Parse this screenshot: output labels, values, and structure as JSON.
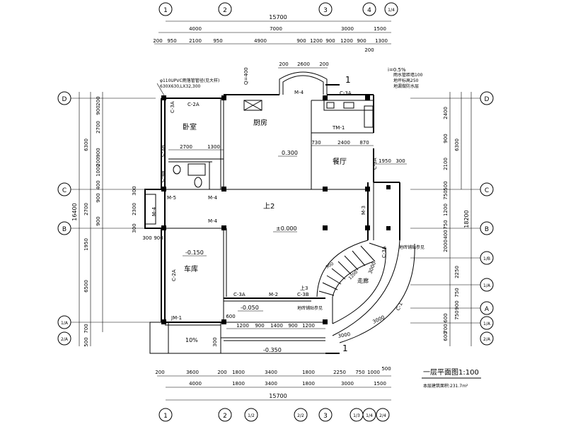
{
  "grid": {
    "top": [
      "1",
      "2",
      "3",
      "4",
      "1/4"
    ],
    "bottom": [
      "1",
      "2",
      "1/2",
      "2/2",
      "3",
      "1/3",
      "1/4",
      "2/4"
    ],
    "left": [
      "D",
      "C",
      "B",
      "1/A",
      "2/A"
    ],
    "right": [
      "D",
      "C",
      "B",
      "1/B",
      "1/A",
      "A",
      "1/A",
      "2/A"
    ]
  },
  "dims": {
    "top_total": "15700",
    "top_row2": [
      "4000",
      "7000",
      "3000",
      "1500"
    ],
    "top_row3": [
      "200",
      "950",
      "2100",
      "950",
      "4900",
      "900",
      "1200",
      "900",
      "1200",
      "900",
      "1300"
    ],
    "top_row3_tail": "200",
    "bay": [
      "200",
      "2600",
      "200"
    ],
    "bottom_row1": [
      "200",
      "3600",
      "200",
      "1800",
      "3400",
      "1800",
      "2250",
      "750",
      "1000",
      "500"
    ],
    "bottom_row2": [
      "4000",
      "1800",
      "3400",
      "1800",
      "3000",
      "1500"
    ],
    "bottom_total": "15700",
    "left_total": "16400",
    "left_row": [
      "6300",
      "2700",
      "1950",
      "6500",
      "700",
      "500"
    ],
    "left_inner": [
      "200",
      "900",
      "2700",
      "900",
      "1000",
      "200",
      "400",
      "900",
      "900",
      "300",
      "2300",
      "300",
      "300",
      "900"
    ],
    "right_total": "18200",
    "right_row": [
      "6300"
    ],
    "right_inner": [
      "2400",
      "900",
      "2100",
      "500",
      "750",
      "1200",
      "750",
      "400",
      "2000",
      "2250",
      "750",
      "900",
      "750",
      "600",
      "700",
      "600"
    ],
    "inner": [
      "2700",
      "1300",
      "730",
      "2400",
      "870",
      "1950",
      "300",
      "1200",
      "900",
      "1400",
      "900",
      "1200",
      "600",
      "300"
    ]
  },
  "rooms": {
    "bedroom": "卧室",
    "kitchen": "厨房",
    "dining": "餐厅",
    "garage": "车库",
    "up": "上2"
  },
  "levels": {
    "l1": "0.300",
    "l2": "±0.000",
    "l3": "-0.150",
    "l4": "-0.050",
    "l5": "-0.350"
  },
  "labels": {
    "c2a_a": "C-2A",
    "c2a_b": "C-2A",
    "c3a_a": "C-3A",
    "c3a_b": "C-3A",
    "c3a_c": "C-3A",
    "c3a_d": "C-3A",
    "c3a_e": "C-3A",
    "c3b": "C-3B",
    "c4b": "C-4B",
    "c1": "C-1",
    "m4_a": "M-4",
    "m4_b": "M-4",
    "m4_c": "M-4",
    "m4_d": "M-4",
    "m5": "M-5",
    "m2": "M-2",
    "m3": "M-3",
    "tm1": "TM-1",
    "jm1": "JM-1",
    "slope": "10%",
    "up3": "上3",
    "corridor": "走廊",
    "q400": "Q=400",
    "i05": "i=0.5%",
    "sec_top": "1",
    "sec_bot": "1",
    "r3000a": "3000",
    "r3000b": "3000",
    "r3000c": "3000",
    "r900": "900",
    "r1200": "1200",
    "note_top_left_1": "φ110UPVC雨落管管径(见大样)",
    "note_top_left_2": "630X630,LX32,300",
    "note_top_right_1": "雨水管距墙100",
    "note_top_right_2": "地坪标高250",
    "note_top_right_3": "地漏做防水层",
    "note_right_small": "地砖铺贴参见",
    "note_bottom_small": "地砖铺贴参见",
    "title": "一层平面图1:100",
    "area": "本层建筑面积:231.7m²"
  }
}
